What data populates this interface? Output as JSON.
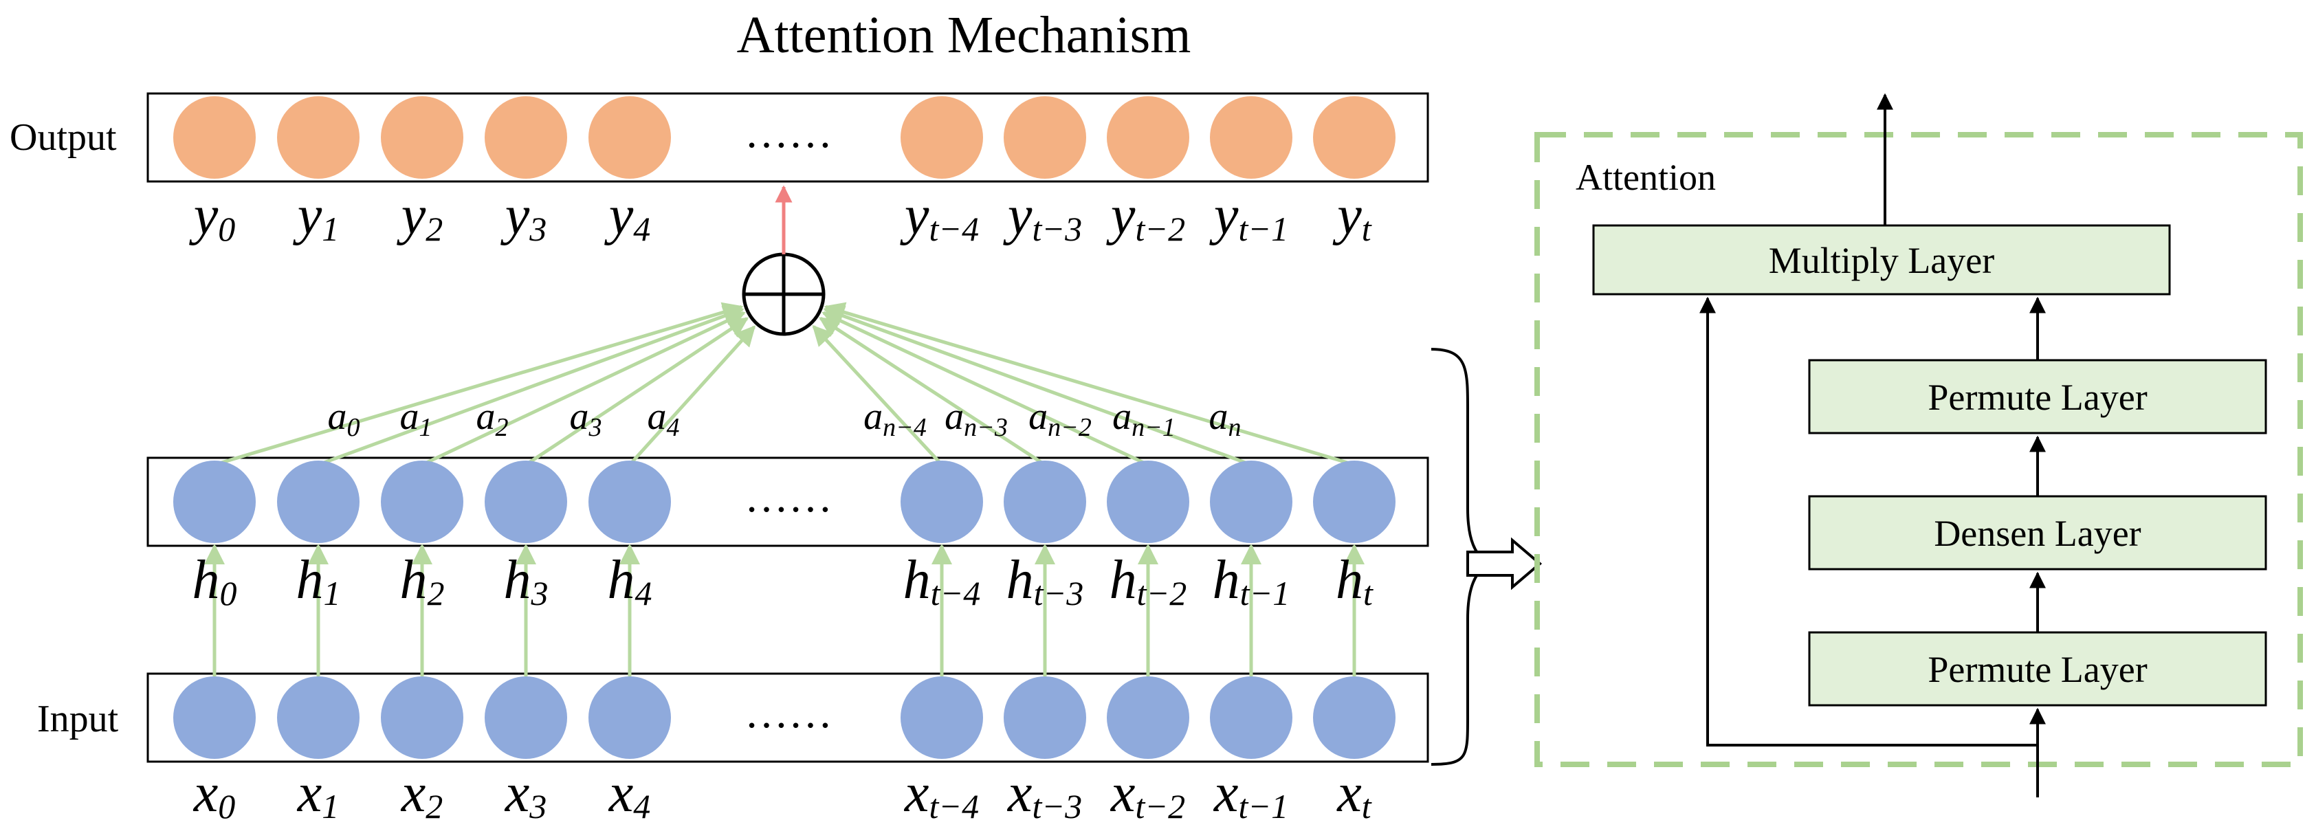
{
  "title": "Attention Mechanism",
  "rows": {
    "output": {
      "label": "Output",
      "color": "#F4B183",
      "labels_left": [
        {
          "base": "y",
          "sub": "0"
        },
        {
          "base": "y",
          "sub": "1"
        },
        {
          "base": "y",
          "sub": "2"
        },
        {
          "base": "y",
          "sub": "3"
        },
        {
          "base": "y",
          "sub": "4"
        }
      ],
      "labels_right": [
        {
          "base": "y",
          "sub": "t−4"
        },
        {
          "base": "y",
          "sub": "t−3"
        },
        {
          "base": "y",
          "sub": "t−2"
        },
        {
          "base": "y",
          "sub": "t−1"
        },
        {
          "base": "y",
          "sub": "t"
        }
      ]
    },
    "hidden": {
      "label": "",
      "color": "#8FAADC",
      "labels_left": [
        {
          "base": "h",
          "sub": "0"
        },
        {
          "base": "h",
          "sub": "1"
        },
        {
          "base": "h",
          "sub": "2"
        },
        {
          "base": "h",
          "sub": "3"
        },
        {
          "base": "h",
          "sub": "4"
        }
      ],
      "labels_right": [
        {
          "base": "h",
          "sub": "t−4"
        },
        {
          "base": "h",
          "sub": "t−3"
        },
        {
          "base": "h",
          "sub": "t−2"
        },
        {
          "base": "h",
          "sub": "t−1"
        },
        {
          "base": "h",
          "sub": "t"
        }
      ]
    },
    "input": {
      "label": "Input",
      "color": "#8FAADC",
      "labels_left": [
        {
          "base": "x",
          "sub": "0"
        },
        {
          "base": "x",
          "sub": "1"
        },
        {
          "base": "x",
          "sub": "2"
        },
        {
          "base": "x",
          "sub": "3"
        },
        {
          "base": "x",
          "sub": "4"
        }
      ],
      "labels_right": [
        {
          "base": "x",
          "sub": "t−4"
        },
        {
          "base": "x",
          "sub": "t−3"
        },
        {
          "base": "x",
          "sub": "t−2"
        },
        {
          "base": "x",
          "sub": "t−1"
        },
        {
          "base": "x",
          "sub": "t"
        }
      ]
    }
  },
  "ellipsis": "……",
  "weights_left": [
    {
      "base": "a",
      "sub": "0"
    },
    {
      "base": "a",
      "sub": "1"
    },
    {
      "base": "a",
      "sub": "2"
    },
    {
      "base": "a",
      "sub": "3"
    },
    {
      "base": "a",
      "sub": "4"
    }
  ],
  "weights_right": [
    {
      "base": "a",
      "sub": "n−4"
    },
    {
      "base": "a",
      "sub": "n−3"
    },
    {
      "base": "a",
      "sub": "n−2"
    },
    {
      "base": "a",
      "sub": "n−1"
    },
    {
      "base": "a",
      "sub": "n"
    }
  ],
  "sum_node": {
    "icon": "circled-plus-icon"
  },
  "colors": {
    "connection": "#B7D9A0",
    "output_arrow": "#F08080",
    "panel_border": "#A9D18E",
    "layer_fill": "#E2F0D9"
  },
  "attention_panel": {
    "title": "Attention",
    "layers": [
      "Multiply Layer",
      "Permute Layer",
      "Densen Layer",
      "Permute Layer"
    ]
  }
}
